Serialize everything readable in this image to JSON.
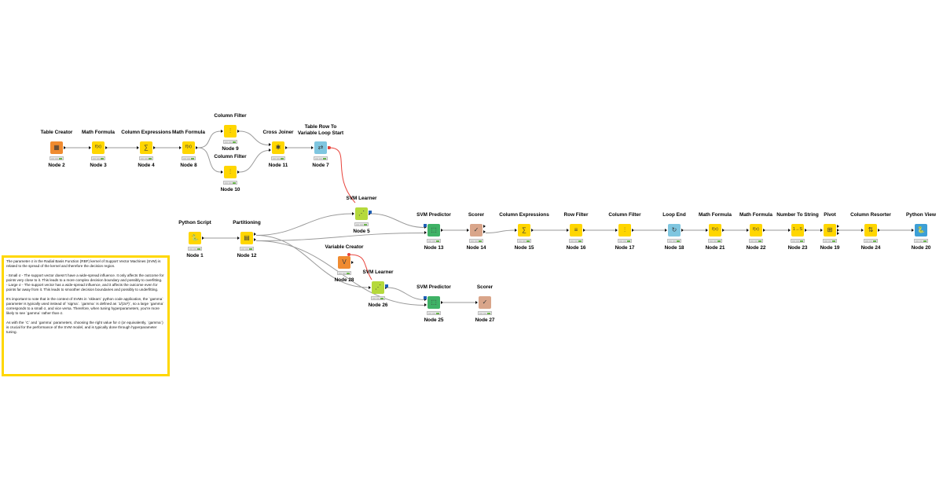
{
  "app": {
    "accent": "#ffd700"
  },
  "colors": {
    "source": "#f08b30",
    "manipulator": "#ffd600",
    "flow": "#7fc6e0",
    "learner": "#b5d93c",
    "predictor": "#3fb266",
    "other": "#d9a58a",
    "view": "#3c9fd6",
    "wire": "#9a9a9a",
    "var_wire": "#e8433b"
  },
  "nodes": [
    {
      "id": "n2",
      "title": "Table Creator",
      "label": "Node 2",
      "type": "source",
      "icon": "table-creator-icon",
      "glyph": "▦"
    },
    {
      "id": "n3",
      "title": "Math Formula",
      "label": "Node 3",
      "type": "manipulator",
      "icon": "math-formula-icon",
      "glyph": "f(x)"
    },
    {
      "id": "n4",
      "title": "Column Expressions",
      "label": "Node 4",
      "type": "manipulator",
      "icon": "column-expressions-icon",
      "glyph": "∑"
    },
    {
      "id": "n8",
      "title": "Math Formula",
      "label": "Node 8",
      "type": "manipulator",
      "icon": "math-formula-icon",
      "glyph": "f(x)"
    },
    {
      "id": "n9",
      "title": "Column Filter",
      "label": "Node 9",
      "type": "manipulator",
      "icon": "column-filter-icon",
      "glyph": "⫶"
    },
    {
      "id": "n10",
      "title": "Column Filter",
      "label": "Node 10",
      "type": "manipulator",
      "icon": "column-filter-icon",
      "glyph": "⫶"
    },
    {
      "id": "n11",
      "title": "Cross Joiner",
      "label": "Node 11",
      "type": "manipulator",
      "icon": "cross-joiner-icon",
      "glyph": "✱"
    },
    {
      "id": "n7",
      "title": "Table Row To\nVariable Loop Start",
      "label": "Node 7",
      "type": "flow",
      "icon": "loop-start-icon",
      "glyph": "⇄"
    },
    {
      "id": "n5",
      "title": "SVM Learner",
      "label": "Node 5",
      "type": "learner",
      "icon": "svm-learner-icon",
      "glyph": "⋰"
    },
    {
      "id": "n1",
      "title": "Python Script",
      "label": "Node 1",
      "type": "manipulator",
      "icon": "python-icon",
      "glyph": "🐍"
    },
    {
      "id": "n12",
      "title": "Partitioning",
      "label": "Node 12",
      "type": "manipulator",
      "icon": "partitioning-icon",
      "glyph": "▤"
    },
    {
      "id": "n13",
      "title": "SVM Predictor",
      "label": "Node 13",
      "type": "predictor",
      "icon": "svm-predictor-icon",
      "glyph": "⬚"
    },
    {
      "id": "n14",
      "title": "Scorer",
      "label": "Node 14",
      "type": "other",
      "icon": "scorer-icon",
      "glyph": "✓"
    },
    {
      "id": "n15",
      "title": "Column Expressions",
      "label": "Node 15",
      "type": "manipulator",
      "icon": "column-expressions-icon",
      "glyph": "∑"
    },
    {
      "id": "n16",
      "title": "Row Filter",
      "label": "Node 16",
      "type": "manipulator",
      "icon": "row-filter-icon",
      "glyph": "≡"
    },
    {
      "id": "n17",
      "title": "Column Filter",
      "label": "Node 17",
      "type": "manipulator",
      "icon": "column-filter-icon",
      "glyph": "⫶"
    },
    {
      "id": "n18",
      "title": "Loop End",
      "label": "Node 18",
      "type": "flow",
      "icon": "loop-end-icon",
      "glyph": "↻"
    },
    {
      "id": "n21",
      "title": "Math Formula",
      "label": "Node 21",
      "type": "manipulator",
      "icon": "math-formula-icon",
      "glyph": "f(x)"
    },
    {
      "id": "n22",
      "title": "Math Formula",
      "label": "Node 22",
      "type": "manipulator",
      "icon": "math-formula-icon",
      "glyph": "f(x)"
    },
    {
      "id": "n23",
      "title": "Number To String",
      "label": "Node 23",
      "type": "manipulator",
      "icon": "number-to-string-icon",
      "glyph": "1→S"
    },
    {
      "id": "n19",
      "title": "Pivot",
      "label": "Node 19",
      "type": "manipulator",
      "icon": "pivot-icon",
      "glyph": "⊞"
    },
    {
      "id": "n24",
      "title": "Column Resorter",
      "label": "Node 24",
      "type": "manipulator",
      "icon": "column-resorter-icon",
      "glyph": "⇅"
    },
    {
      "id": "n20",
      "title": "Python View",
      "label": "Node 20",
      "type": "view",
      "icon": "python-view-icon",
      "glyph": "🐍"
    },
    {
      "id": "n28",
      "title": "Variable Creator",
      "label": "Node 28",
      "type": "source",
      "icon": "variable-creator-icon",
      "glyph": "V"
    },
    {
      "id": "n26",
      "title": "SVM Learner",
      "label": "Node 26",
      "type": "learner",
      "icon": "svm-learner-icon",
      "glyph": "⋰"
    },
    {
      "id": "n25",
      "title": "SVM Predictor",
      "label": "Node 25",
      "type": "predictor",
      "icon": "svm-predictor-icon",
      "glyph": "⬚"
    },
    {
      "id": "n27",
      "title": "Scorer",
      "label": "Node 27",
      "type": "other",
      "icon": "scorer-icon",
      "glyph": "✓"
    }
  ],
  "annotation": {
    "paragraphs": [
      "The parameter σ in the Radial Basis Function (RBF) kernel of Support Vector Machines (SVM) is related to the spread of the kernel and therefore the decision region.",
      "- Small σ - The support vector doesn't have a wide-spread influence. It only affects the outcome for points very close to it. This leads to a more complex decision boundary and possibly to overfitting.\n- Large σ - The support vector has a wide-spread influence, and it affects the outcome even for points far away from it. This leads to smoother decision boundaries and possibly to underfitting.",
      "It's important to note that in the context of SVMs in `sklearn` python code application, the `gamma` parameter is typically used instead of `sigma`. `gamma` is defined as `1/(2σ²)`, so a large `gamma` corresponds to a small σ, and vice versa. Therefore, when tuning hyperparameters, you're more likely to see `gamma` rather than σ.",
      "As with the `C` and `gamma` parameters, choosing the right value for σ (or equivalently, `gamma`) is crucial for the performance of the SVM model, and is typically done through hyperparameter tuning."
    ]
  }
}
